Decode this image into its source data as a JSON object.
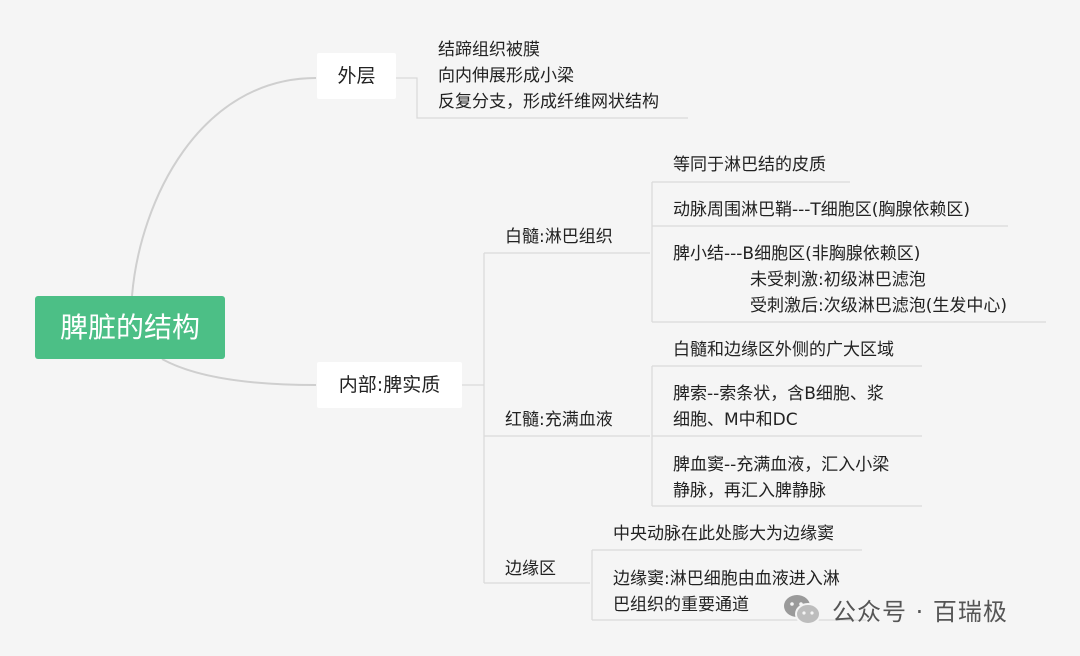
{
  "root": {
    "label": "脾脏的结构"
  },
  "outer": {
    "label": "外层",
    "items": [
      "结蹄组织被膜",
      "向内伸展形成小梁",
      "反复分支，形成纤维网状结构"
    ]
  },
  "inner": {
    "label": "内部:脾实质",
    "white_pulp": {
      "label": "白髓:淋巴组织",
      "items": [
        {
          "lines": [
            "等同于淋巴结的皮质"
          ]
        },
        {
          "lines": [
            "动脉周围淋巴鞘---T细胞区(胸腺依赖区)"
          ]
        },
        {
          "lines": [
            "脾小结---B细胞区(非胸腺依赖区)",
            "未受刺激:初级淋巴滤泡",
            "受刺激后:次级淋巴滤泡(生发中心)"
          ]
        }
      ]
    },
    "red_pulp": {
      "label": "红髓:充满血液",
      "items": [
        {
          "lines": [
            "白髓和边缘区外侧的广大区域"
          ]
        },
        {
          "lines": [
            "脾索--索条状，含B细胞、浆",
            "细胞、M中和DC"
          ]
        },
        {
          "lines": [
            "脾血窦--充满血液，汇入小梁",
            "静脉，再汇入脾静脉"
          ]
        }
      ]
    },
    "marginal": {
      "label": "边缘区",
      "items": [
        {
          "lines": [
            "中央动脉在此处膨大为边缘窦"
          ]
        },
        {
          "lines": [
            "边缘窦:淋巴细胞由血液进入淋",
            "巴组织的重要通道"
          ]
        }
      ]
    }
  },
  "watermark": {
    "text": "公众号 · 百瑞极",
    "icon": "wechat-icon"
  }
}
